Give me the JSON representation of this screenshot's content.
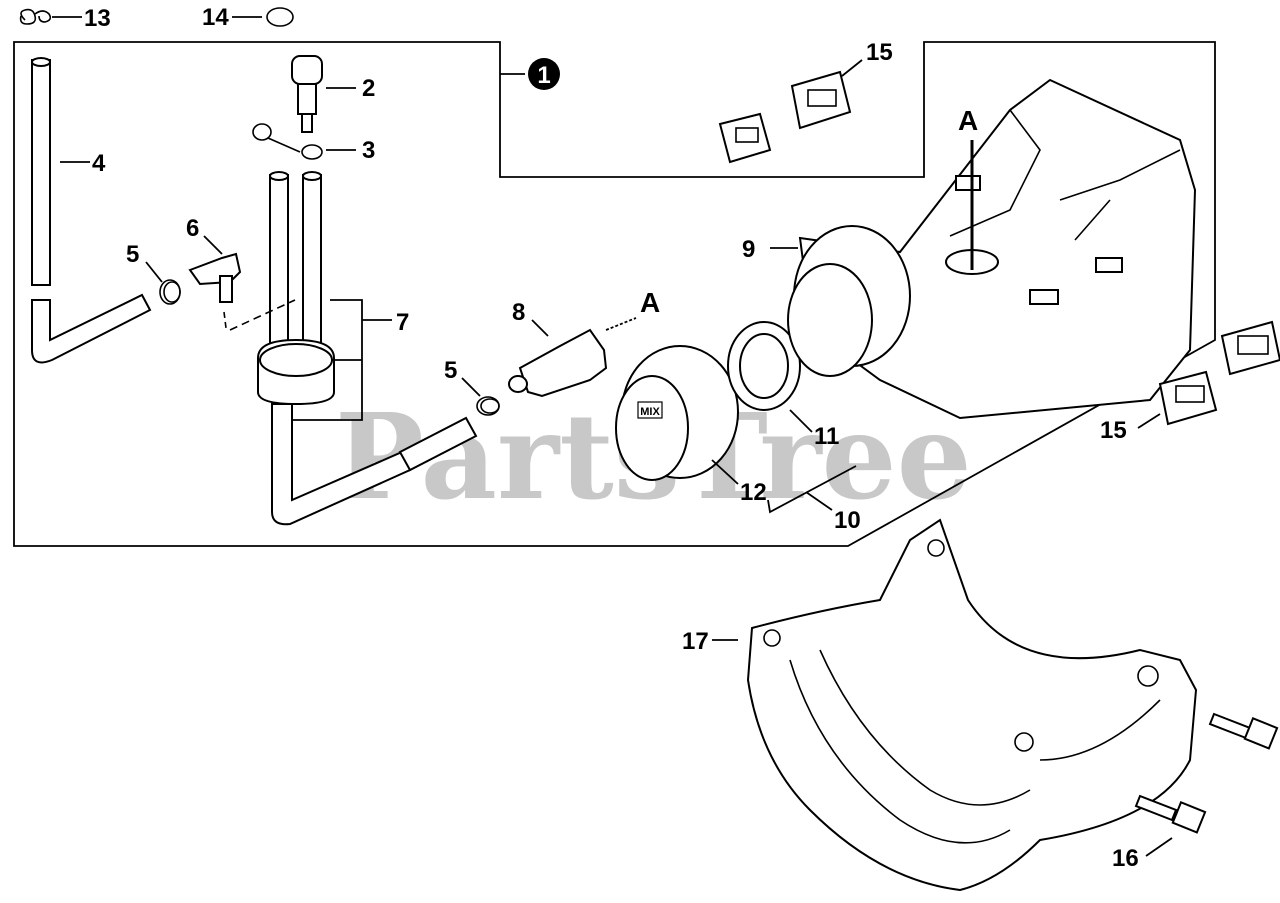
{
  "watermark": "PartsTree",
  "kit_marker": "1",
  "reference_marks": {
    "a_top": "A",
    "a_right": "A"
  },
  "callouts": {
    "p2": "2",
    "p3": "3",
    "p4": "4",
    "p5_left": "5",
    "p5_right": "5",
    "p6": "6",
    "p7": "7",
    "p8": "8",
    "p9": "9",
    "p10": "10",
    "p11": "11",
    "p12": "12",
    "p13": "13",
    "p14": "14",
    "p15_top": "15",
    "p15_right": "15",
    "p16": "16",
    "p17": "17"
  },
  "cap_labels": {
    "mix": "MIX"
  }
}
